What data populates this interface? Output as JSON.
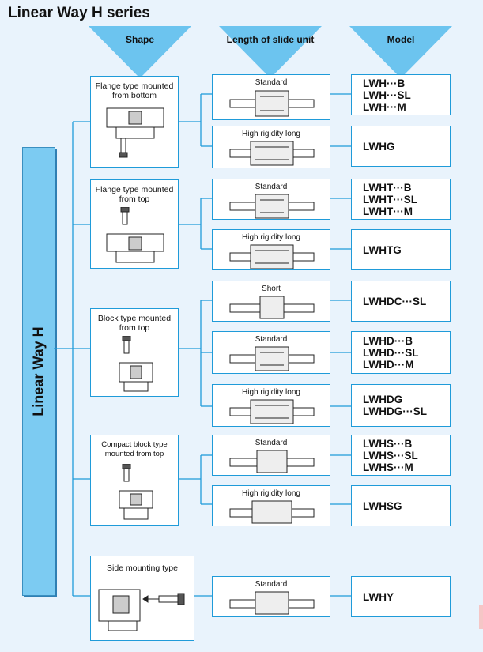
{
  "title": "Linear Way H series",
  "headers": {
    "shape": "Shape",
    "length": "Length of slide unit",
    "model": "Model"
  },
  "rail_label": "Linear Way H",
  "groups": [
    {
      "shape": "Flange type mounted from bottom",
      "rows": [
        {
          "length": "Standard",
          "models": [
            "LWH···B",
            "LWH···SL",
            "LWH···M"
          ]
        },
        {
          "length": "High rigidity long",
          "models": [
            "LWHG"
          ]
        }
      ]
    },
    {
      "shape": "Flange type mounted from top",
      "rows": [
        {
          "length": "Standard",
          "models": [
            "LWHT···B",
            "LWHT···SL",
            "LWHT···M"
          ]
        },
        {
          "length": "High rigidity long",
          "models": [
            "LWHTG"
          ]
        }
      ]
    },
    {
      "shape": "Block type mounted from top",
      "rows": [
        {
          "length": "Short",
          "models": [
            "LWHDC···SL"
          ]
        },
        {
          "length": "Standard",
          "models": [
            "LWHD···B",
            "LWHD···SL",
            "LWHD···M"
          ]
        },
        {
          "length": "High rigidity long",
          "models": [
            "LWHDG",
            "LWHDG···SL"
          ]
        }
      ]
    },
    {
      "shape": "Compact block type mounted from top",
      "rows": [
        {
          "length": "Standard",
          "models": [
            "LWHS···B",
            "LWHS···SL",
            "LWHS···M"
          ]
        },
        {
          "length": "High rigidity long",
          "models": [
            "LWHSG"
          ]
        }
      ]
    },
    {
      "shape": "Side mounting type",
      "rows": [
        {
          "length": "Standard",
          "models": [
            "LWHY"
          ]
        }
      ]
    }
  ],
  "colors": {
    "background": "#e9f3fc",
    "accent": "#1f9bd9",
    "rail": "#7ccbf2"
  }
}
